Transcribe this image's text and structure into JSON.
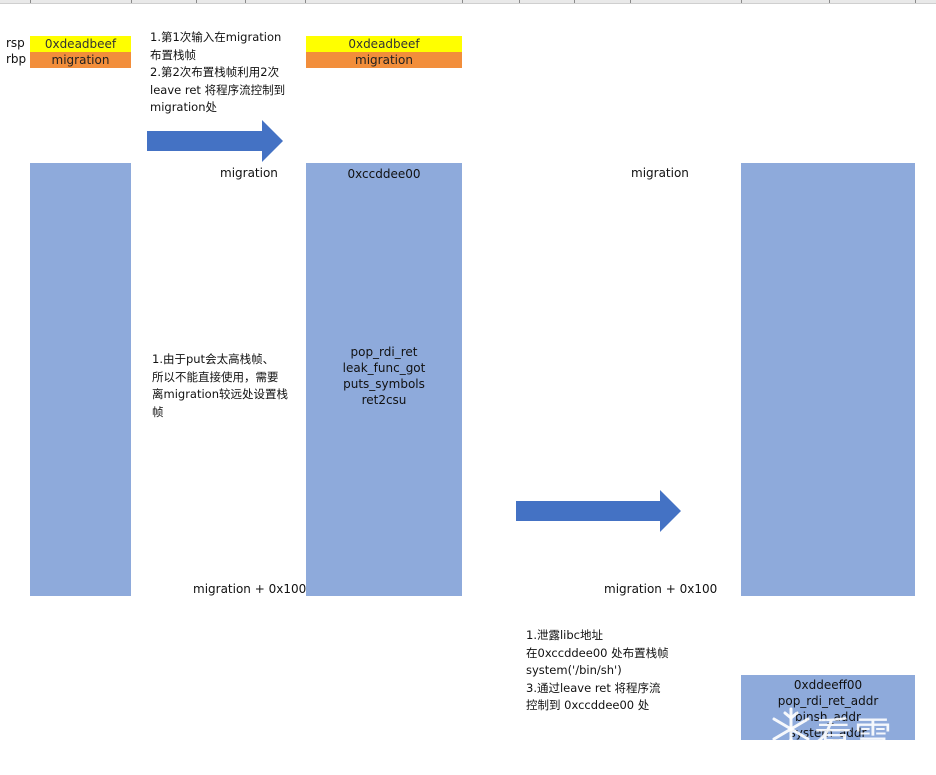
{
  "registers": {
    "rsp_label": "rsp",
    "rbp_label": "rbp",
    "rsp_value": "0xdeadbeef",
    "rbp_value": "migration"
  },
  "step1_regs": {
    "rsp_value": "0xdeadbeef",
    "rbp_value": "migration"
  },
  "top_note": [
    "1.第1次输入在migration",
    "布置栈帧",
    "2.第2次布置栈帧利用2次",
    "leave ret 将程序流控制到",
    "migration处"
  ],
  "middle_note": [
    "1.由于put会太高栈帧、",
    "所以不能直接使用，需要",
    "离migration较远处设置栈",
    "帧"
  ],
  "bottom_note": [
    "1.泄露libc地址",
    "在0xccddee00 处布置栈帧",
    "system('/bin/sh')",
    "3.通过leave ret 将程序流",
    "控制到 0xccddee00 处"
  ],
  "stack1": {
    "top_label": "migration",
    "bottom_label": "migration  + 0x100"
  },
  "stack2": {
    "address": "0xccddee00",
    "items": [
      "pop_rdi_ret",
      "leak_func_got",
      "puts_symbols",
      "ret2csu"
    ]
  },
  "stack3": {
    "top_label": "migration",
    "bottom_label": "migration  + 0x100"
  },
  "stack4": {
    "address": "0xddeeff00",
    "items": [
      "pop_rdi_ret_addr",
      "binsh_addr",
      "system_addr"
    ]
  },
  "watermark": "看雪",
  "colors": {
    "arrow": "#4472c4",
    "stack_block": "#8eaadb",
    "rsp_cell": "#ffff00",
    "rbp_cell": "#f28e3b"
  }
}
